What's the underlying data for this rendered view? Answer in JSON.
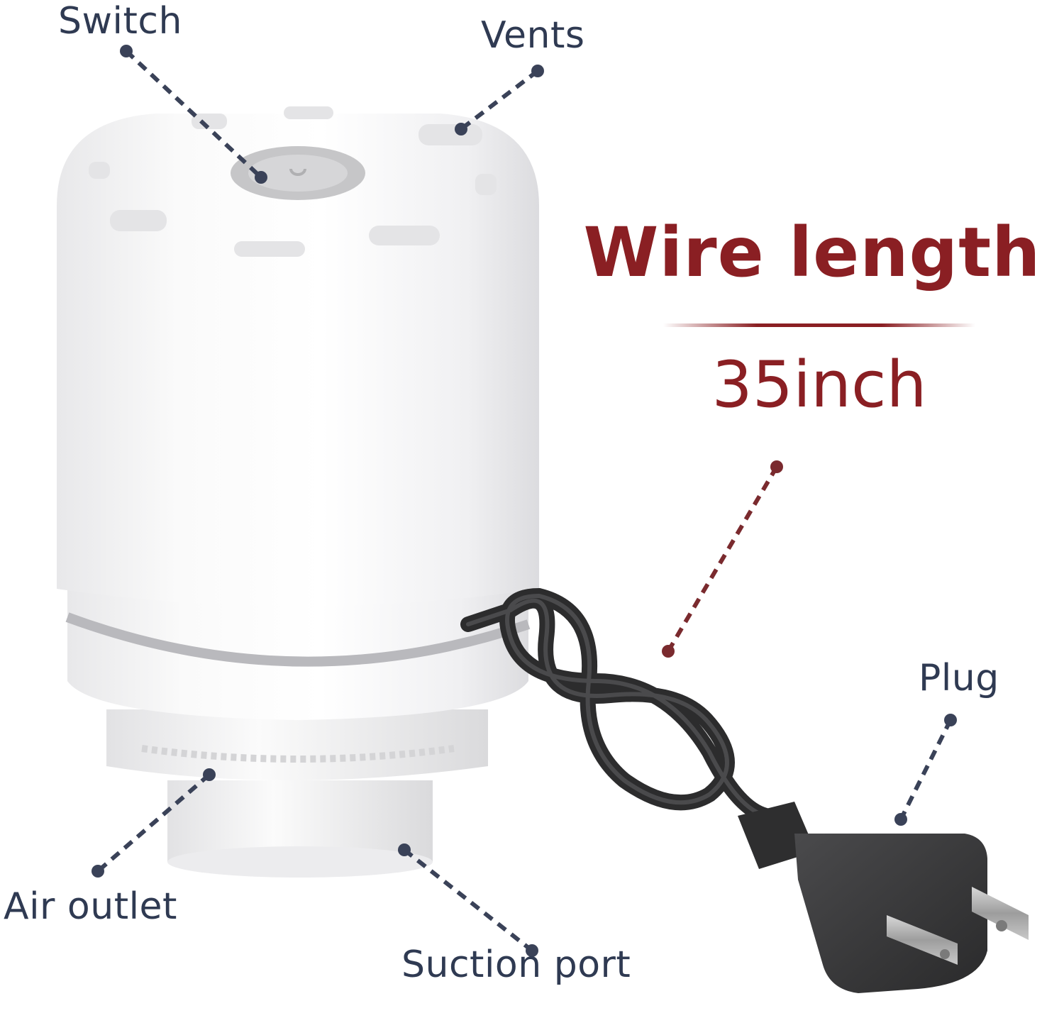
{
  "callouts": {
    "switch": "Switch",
    "vents": "Vents",
    "plug": "Plug",
    "air_outlet": "Air outlet",
    "suction_port": "Suction port"
  },
  "headline": {
    "title": "Wire length",
    "value": "35inch"
  },
  "colors": {
    "accent": "#8a1f23",
    "callout_text": "#2f3a52",
    "background": "#ffffff"
  }
}
